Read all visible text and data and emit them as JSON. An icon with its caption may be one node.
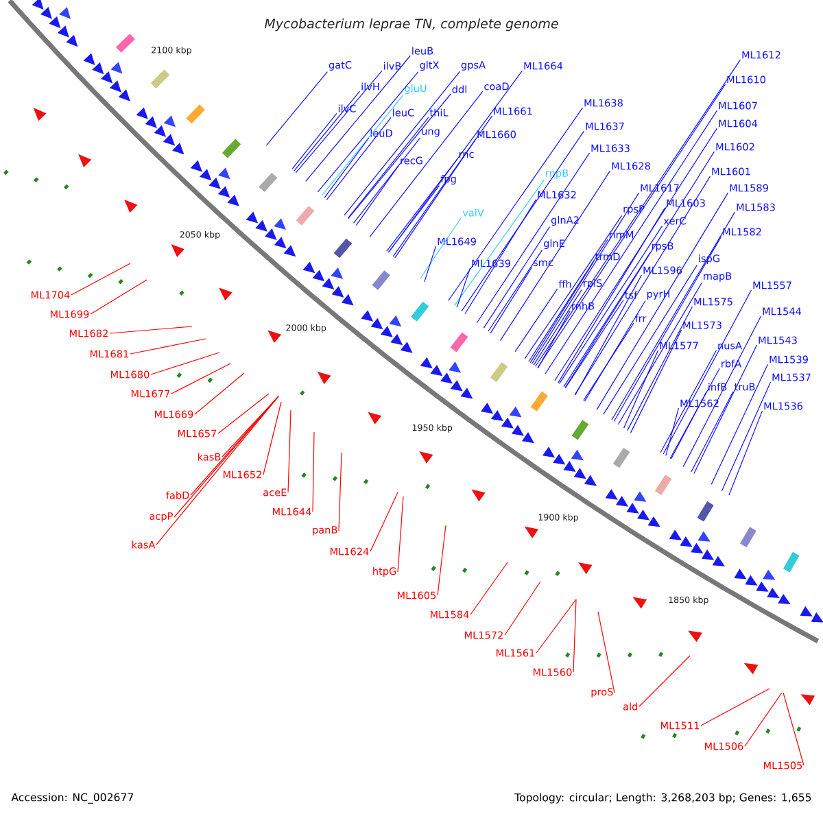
{
  "diagram": {
    "title": "Mycobacterium leprae TN, complete genome",
    "nodes": [
      {
        "text": [
          "leuB"
        ]
      },
      {
        "text": [
          "ML1612"
        ]
      },
      {
        "text": [
          "gatC"
        ]
      },
      {
        "text": [
          "ilvB"
        ]
      },
      {
        "text": [
          "gltX"
        ]
      },
      {
        "text": [
          "gpsA"
        ]
      },
      {
        "text": [
          "ML1664"
        ]
      },
      {
        "text": [
          "ML1610"
        ]
      },
      {
        "text": [
          "ilvH"
        ]
      },
      {
        "text": [
          "gluU"
        ]
      },
      {
        "text": [
          "ddl"
        ]
      },
      {
        "text": [
          "coaD"
        ]
      },
      {
        "text": [
          "ML1638"
        ]
      },
      {
        "text": [
          "ML1607"
        ]
      },
      {
        "text": [
          "ilvC"
        ]
      },
      {
        "text": [
          "leuC"
        ]
      },
      {
        "text": [
          "thiL"
        ]
      },
      {
        "text": [
          "ML1661"
        ]
      },
      {
        "text": [
          "ML1604"
        ]
      },
      {
        "text": [
          "ML1637"
        ]
      },
      {
        "text": [
          "leuD"
        ]
      },
      {
        "text": [
          "ung"
        ]
      },
      {
        "text": [
          "ML1660"
        ]
      },
      {
        "text": [
          "ML1602"
        ]
      },
      {
        "text": [
          "ML1633"
        ]
      },
      {
        "text": [
          "rnc"
        ]
      },
      {
        "text": [
          "recG"
        ]
      },
      {
        "text": [
          "ML1628"
        ]
      },
      {
        "text": [
          "ML1601"
        ]
      },
      {
        "text": [
          "rnpB"
        ]
      },
      {
        "text": [
          "fpg"
        ]
      },
      {
        "text": [
          "ML1617"
        ]
      },
      {
        "text": [
          "ML1589"
        ]
      },
      {
        "text": [
          "ML1632"
        ]
      },
      {
        "text": [
          "ML1603"
        ]
      },
      {
        "text": [
          "ML1583"
        ]
      },
      {
        "text": [
          "rpsP"
        ]
      },
      {
        "text": [
          "valV"
        ]
      },
      {
        "text": [
          "glnA2"
        ]
      },
      {
        "text": [
          "xerC"
        ]
      },
      {
        "text": [
          "ML1582"
        ]
      },
      {
        "text": [
          "rimM"
        ]
      },
      {
        "text": [
          "ML1649"
        ]
      },
      {
        "text": [
          "glnE"
        ]
      },
      {
        "text": [
          "rpsB"
        ]
      },
      {
        "text": [
          "trmD"
        ]
      },
      {
        "text": [
          "ispG"
        ]
      },
      {
        "text": [
          "ML1639"
        ]
      },
      {
        "text": [
          "smc"
        ]
      },
      {
        "text": [
          "ML1596"
        ]
      },
      {
        "text": [
          "mapB"
        ]
      },
      {
        "text": [
          "ffh"
        ]
      },
      {
        "text": [
          "rplS"
        ]
      },
      {
        "text": [
          "ML1557"
        ]
      },
      {
        "text": [
          "tsf"
        ]
      },
      {
        "text": [
          "pyrH"
        ]
      },
      {
        "text": [
          "ML1575"
        ]
      },
      {
        "text": [
          "rnhB"
        ]
      },
      {
        "text": [
          "ML1544"
        ]
      },
      {
        "text": [
          "frr"
        ]
      },
      {
        "text": [
          "ML1573"
        ]
      },
      {
        "text": [
          "ML1543"
        ]
      },
      {
        "text": [
          "ML1577"
        ]
      },
      {
        "text": [
          "nusA"
        ]
      },
      {
        "text": [
          "ML1539"
        ]
      },
      {
        "text": [
          "rbfA"
        ]
      },
      {
        "text": [
          "ML1537"
        ]
      },
      {
        "text": [
          "infB"
        ]
      },
      {
        "text": [
          "truB"
        ]
      },
      {
        "text": [
          "ML1562"
        ]
      },
      {
        "text": [
          "ML1536"
        ]
      },
      {
        "text": [
          "ML1704"
        ]
      },
      {
        "text": [
          "ML1699"
        ]
      },
      {
        "text": [
          "ML1682"
        ]
      },
      {
        "text": [
          "ML1681"
        ]
      },
      {
        "text": [
          "ML1680"
        ]
      },
      {
        "text": [
          "ML1677"
        ]
      },
      {
        "text": [
          "ML1669"
        ]
      },
      {
        "text": [
          "ML1657"
        ]
      },
      {
        "text": [
          "kasB"
        ]
      },
      {
        "text": [
          "ML1652"
        ]
      },
      {
        "text": [
          "aceE"
        ]
      },
      {
        "text": [
          "fabD"
        ]
      },
      {
        "text": [
          "ML1644"
        ]
      },
      {
        "text": [
          "acpP"
        ]
      },
      {
        "text": [
          "panB"
        ]
      },
      {
        "text": [
          "kasA"
        ]
      },
      {
        "text": [
          "ML1624"
        ]
      },
      {
        "text": [
          "htpG"
        ]
      },
      {
        "text": [
          "ML1605"
        ]
      },
      {
        "text": [
          "ML1584"
        ]
      },
      {
        "text": [
          "ML1572"
        ]
      },
      {
        "text": [
          "ML1561"
        ]
      },
      {
        "text": [
          "ML1560"
        ]
      },
      {
        "text": [
          "proS"
        ]
      },
      {
        "text": [
          "ald"
        ]
      },
      {
        "text": [
          "ML1511"
        ]
      },
      {
        "text": [
          "ML1506"
        ]
      },
      {
        "text": [
          "ML1505"
        ]
      }
    ],
    "edges": [
      {
        "from": 0,
        "to": null,
        "arrow": "none"
      },
      {
        "from": 1,
        "to": null,
        "arrow": "none"
      },
      {
        "from": 2,
        "to": null,
        "arrow": "none"
      },
      {
        "from": 3,
        "to": null,
        "arrow": "none"
      },
      {
        "from": 4,
        "to": null,
        "arrow": "none"
      },
      {
        "from": 5,
        "to": null,
        "arrow": "none"
      },
      {
        "from": 6,
        "to": null,
        "arrow": "none"
      },
      {
        "from": 7,
        "to": null,
        "arrow": "none"
      },
      {
        "from": 8,
        "to": null,
        "arrow": "none"
      },
      {
        "from": 9,
        "to": null,
        "arrow": "none",
        "color": "#33ccff"
      },
      {
        "from": 10,
        "to": null,
        "arrow": "none"
      },
      {
        "from": 11,
        "to": null,
        "arrow": "none"
      },
      {
        "from": 12,
        "to": null,
        "arrow": "none"
      },
      {
        "from": 13,
        "to": null,
        "arrow": "none"
      },
      {
        "from": 14,
        "to": null,
        "arrow": "none"
      },
      {
        "from": 15,
        "to": null,
        "arrow": "none"
      },
      {
        "from": 16,
        "to": null,
        "arrow": "none"
      },
      {
        "from": 17,
        "to": null,
        "arrow": "none"
      },
      {
        "from": 18,
        "to": null,
        "arrow": "none"
      },
      {
        "from": 19,
        "to": null,
        "arrow": "none"
      },
      {
        "from": 20,
        "to": null,
        "arrow": "none"
      },
      {
        "from": 21,
        "to": null,
        "arrow": "none"
      },
      {
        "from": 22,
        "to": null,
        "arrow": "none"
      },
      {
        "from": 23,
        "to": null,
        "arrow": "none"
      },
      {
        "from": 24,
        "to": null,
        "arrow": "none"
      },
      {
        "from": 25,
        "to": null,
        "arrow": "none"
      },
      {
        "from": 26,
        "to": null,
        "arrow": "none"
      },
      {
        "from": 27,
        "to": null,
        "arrow": "none"
      },
      {
        "from": 28,
        "to": null,
        "arrow": "none"
      },
      {
        "from": 29,
        "to": null,
        "arrow": "none",
        "color": "#33ccff"
      },
      {
        "from": 30,
        "to": null,
        "arrow": "none"
      },
      {
        "from": 31,
        "to": null,
        "arrow": "none"
      },
      {
        "from": 32,
        "to": null,
        "arrow": "none"
      },
      {
        "from": 33,
        "to": null,
        "arrow": "none"
      },
      {
        "from": 34,
        "to": null,
        "arrow": "none"
      },
      {
        "from": 35,
        "to": null,
        "arrow": "none"
      },
      {
        "from": 36,
        "to": null,
        "arrow": "none"
      },
      {
        "from": 37,
        "to": null,
        "arrow": "none",
        "color": "#33ccff"
      },
      {
        "from": 38,
        "to": null,
        "arrow": "none"
      },
      {
        "from": 39,
        "to": null,
        "arrow": "none"
      },
      {
        "from": 40,
        "to": null,
        "arrow": "none"
      },
      {
        "from": 41,
        "to": null,
        "arrow": "none"
      },
      {
        "from": 42,
        "to": null,
        "arrow": "none"
      },
      {
        "from": 43,
        "to": null,
        "arrow": "none"
      },
      {
        "from": 44,
        "to": null,
        "arrow": "none"
      },
      {
        "from": 45,
        "to": null,
        "arrow": "none"
      },
      {
        "from": 46,
        "to": null,
        "arrow": "none"
      },
      {
        "from": 47,
        "to": null,
        "arrow": "none"
      },
      {
        "from": 48,
        "to": null,
        "arrow": "none"
      },
      {
        "from": 49,
        "to": null,
        "arrow": "none"
      },
      {
        "from": 50,
        "to": null,
        "arrow": "none"
      },
      {
        "from": 51,
        "to": null,
        "arrow": "none"
      },
      {
        "from": 52,
        "to": null,
        "arrow": "none"
      },
      {
        "from": 53,
        "to": null,
        "arrow": "none"
      },
      {
        "from": 54,
        "to": null,
        "arrow": "none"
      },
      {
        "from": 55,
        "to": null,
        "arrow": "none"
      },
      {
        "from": 56,
        "to": null,
        "arrow": "none"
      },
      {
        "from": 57,
        "to": null,
        "arrow": "none"
      },
      {
        "from": 58,
        "to": null,
        "arrow": "none"
      },
      {
        "from": 59,
        "to": null,
        "arrow": "none"
      },
      {
        "from": 60,
        "to": null,
        "arrow": "none"
      },
      {
        "from": 61,
        "to": null,
        "arrow": "none"
      },
      {
        "from": 62,
        "to": null,
        "arrow": "none"
      },
      {
        "from": 63,
        "to": null,
        "arrow": "none"
      },
      {
        "from": 64,
        "to": null,
        "arrow": "none"
      },
      {
        "from": 65,
        "to": null,
        "arrow": "none"
      },
      {
        "from": 66,
        "to": null,
        "arrow": "none"
      },
      {
        "from": 67,
        "to": null,
        "arrow": "none"
      },
      {
        "from": 68,
        "to": null,
        "arrow": "none"
      },
      {
        "from": 69,
        "to": null,
        "arrow": "none"
      },
      {
        "from": 70,
        "to": null,
        "arrow": "none"
      },
      {
        "from": 71,
        "to": null,
        "arrow": "none",
        "color": "#ff0000"
      },
      {
        "from": 72,
        "to": null,
        "arrow": "none",
        "color": "#ff0000"
      },
      {
        "from": 73,
        "to": null,
        "arrow": "none",
        "color": "#ff0000"
      },
      {
        "from": 74,
        "to": null,
        "arrow": "none",
        "color": "#ff0000"
      },
      {
        "from": 75,
        "to": null,
        "arrow": "none",
        "color": "#ff0000"
      },
      {
        "from": 76,
        "to": null,
        "arrow": "none",
        "color": "#ff0000"
      },
      {
        "from": 77,
        "to": null,
        "arrow": "none",
        "color": "#ff0000"
      },
      {
        "from": 78,
        "to": null,
        "arrow": "none",
        "color": "#ff0000"
      },
      {
        "from": 79,
        "to": null,
        "arrow": "none",
        "color": "#ff0000"
      },
      {
        "from": 80,
        "to": null,
        "arrow": "none",
        "color": "#ff0000"
      },
      {
        "from": 81,
        "to": null,
        "arrow": "none",
        "color": "#ff0000"
      },
      {
        "from": 82,
        "to": null,
        "arrow": "none",
        "color": "#ff0000"
      },
      {
        "from": 83,
        "to": null,
        "arrow": "none",
        "color": "#ff0000"
      },
      {
        "from": 84,
        "to": null,
        "arrow": "none",
        "color": "#ff0000"
      },
      {
        "from": 85,
        "to": null,
        "arrow": "none",
        "color": "#ff0000"
      },
      {
        "from": 86,
        "to": null,
        "arrow": "none",
        "color": "#ff0000"
      },
      {
        "from": 87,
        "to": null,
        "arrow": "none",
        "color": "#ff0000"
      },
      {
        "from": 88,
        "to": null,
        "arrow": "none",
        "color": "#ff0000"
      },
      {
        "from": 89,
        "to": null,
        "arrow": "none",
        "color": "#ff0000"
      },
      {
        "from": 90,
        "to": null,
        "arrow": "none",
        "color": "#ff0000"
      },
      {
        "from": 91,
        "to": null,
        "arrow": "none",
        "color": "#ff0000"
      },
      {
        "from": 92,
        "to": null,
        "arrow": "none",
        "color": "#ff0000"
      },
      {
        "from": 93,
        "to": null,
        "arrow": "none",
        "color": "#ff0000"
      },
      {
        "from": 94,
        "to": null,
        "arrow": "none",
        "color": "#ff0000"
      },
      {
        "from": 95,
        "to": null,
        "arrow": "none",
        "color": "#ff0000"
      },
      {
        "from": 96,
        "to": null,
        "arrow": "none",
        "color": "#ff0000"
      },
      {
        "from": 97,
        "to": null,
        "arrow": "none",
        "color": "#ff0000"
      },
      {
        "from": 98,
        "to": null,
        "arrow": "none",
        "color": "#ff0000"
      }
    ],
    "labels": [
      "2100 kbp",
      "2050 kbp",
      "2000 kbp",
      "1950 kbp",
      "1900 kbp",
      "1850 kbp",
      "Accession: NC_002677",
      "Topology: circular; Length: 3,268,203 bp; Genes: 1,655"
    ]
  }
}
